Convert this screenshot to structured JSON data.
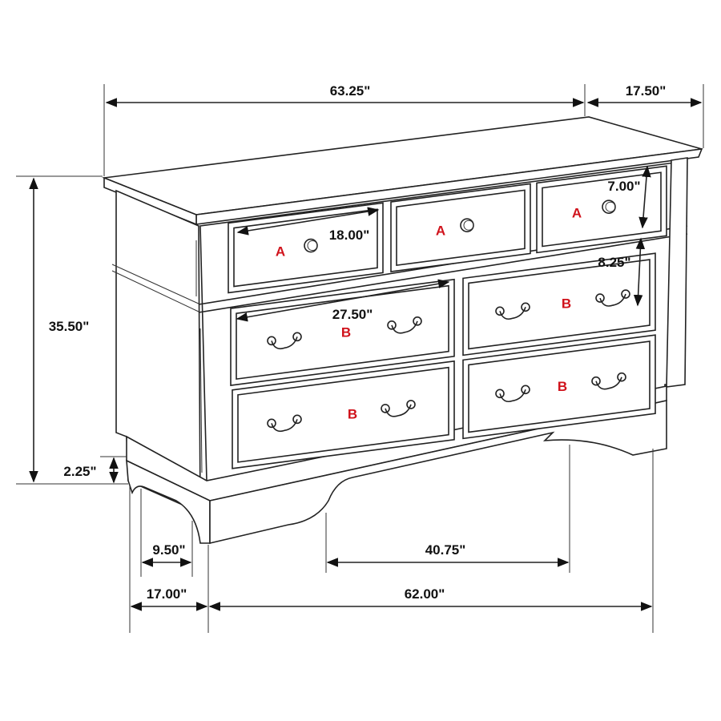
{
  "dimensions": {
    "overall_width": "63.25\"",
    "depth": "17.50\"",
    "height": "35.50\"",
    "top_drawer_width": "18.00\"",
    "top_drawer_height": "7.00\"",
    "large_drawer_width": "27.50\"",
    "large_drawer_height": "8.25\"",
    "leg_height": "2.25\"",
    "side_inner_depth": "9.50\"",
    "base_depth": "17.00\"",
    "inner_leg_span": "40.75\"",
    "base_width": "62.00\""
  },
  "drawer_labels": {
    "top": [
      "A",
      "A",
      "A"
    ],
    "large": [
      "B",
      "B",
      "B",
      "B"
    ]
  },
  "colors": {
    "line": "#222222",
    "drawer_label": "#d0121b"
  }
}
